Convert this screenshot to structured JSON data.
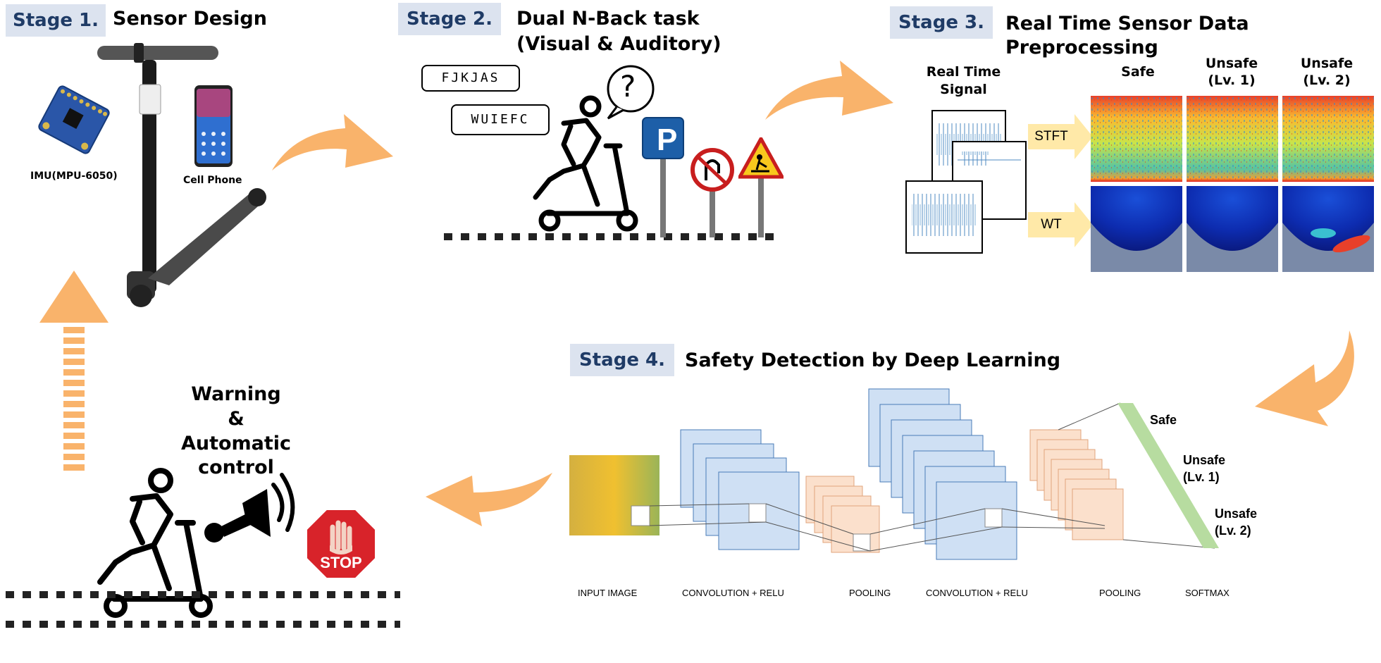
{
  "stage1": {
    "tag": "Stage 1.",
    "title": "Sensor Design",
    "imu_label": "IMU(MPU-6050)",
    "phone_label": "Cell Phone"
  },
  "stage2": {
    "tag": "Stage 2.",
    "title_line1": "Dual N-Back task",
    "title_line2": "(Visual & Auditory)",
    "bubble1": "FJKJAS",
    "bubble2": "WUIEFC",
    "thought": "?"
  },
  "stage3": {
    "tag": "Stage 3.",
    "title": "Real Time Sensor Data Preprocessing",
    "signal_label_line1": "Real Time",
    "signal_label_line2": "Signal",
    "stft_label": "STFT",
    "wt_label": "WT",
    "col_safe": "Safe",
    "col_unsafe1_line1": "Unsafe",
    "col_unsafe1_line2": "(Lv. 1)",
    "col_unsafe2_line1": "Unsafe",
    "col_unsafe2_line2": "(Lv. 2)"
  },
  "stage4": {
    "tag": "Stage 4.",
    "title": "Safety Detection by Deep Learning",
    "labels": {
      "input": "INPUT IMAGE",
      "conv1": "CONVOLUTION + RELU",
      "pool1": "POOLING",
      "conv2": "CONVOLUTION + RELU",
      "pool2": "POOLING",
      "softmax": "SOFTMAX"
    },
    "outputs": {
      "safe": "Safe",
      "unsafe1_line1": "Unsafe",
      "unsafe1_line2": "(Lv. 1)",
      "unsafe2_line1": "Unsafe",
      "unsafe2_line2": "(Lv. 2)"
    }
  },
  "warning": {
    "line1": "Warning",
    "line2": "&",
    "line3": "Automatic control",
    "stop": "STOP"
  },
  "colors": {
    "stage_tag_bg": "#dce3ef",
    "stage_tag_text": "#1f3b66",
    "flow_arrow": "#f9b36b",
    "conv_blue": "#a9c8ea",
    "pool_orange": "#f5c6a5",
    "softmax_green": "#b7dca0"
  }
}
